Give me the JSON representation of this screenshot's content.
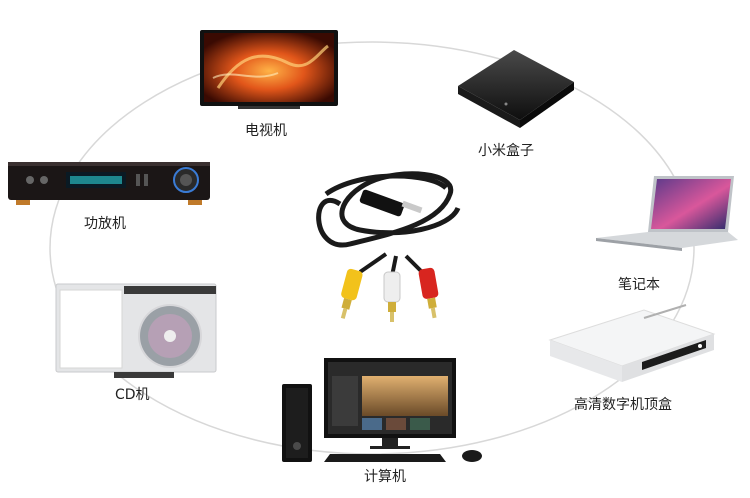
{
  "devices": {
    "tv": {
      "label": "电视机",
      "icon": "tv-icon"
    },
    "mibox": {
      "label": "小米盒子",
      "icon": "set-top-box-icon"
    },
    "amplifier": {
      "label": "功放机",
      "icon": "amplifier-icon"
    },
    "laptop": {
      "label": "笔记本",
      "icon": "laptop-icon"
    },
    "cd": {
      "label": "CD机",
      "icon": "cd-player-icon"
    },
    "settopbox": {
      "label": "高清数字机顶盒",
      "icon": "hd-set-top-box-icon"
    },
    "computer": {
      "label": "计算机",
      "icon": "desktop-computer-icon"
    }
  },
  "center": {
    "icon": "rca-cable-icon"
  },
  "colors": {
    "ring": "#d8d8d8",
    "cable_black": "#1a1a1a",
    "plug_yellow": "#f2c21b",
    "plug_white": "#eeeeee",
    "plug_red": "#d8251f",
    "tv_screen": "#e2561a"
  }
}
